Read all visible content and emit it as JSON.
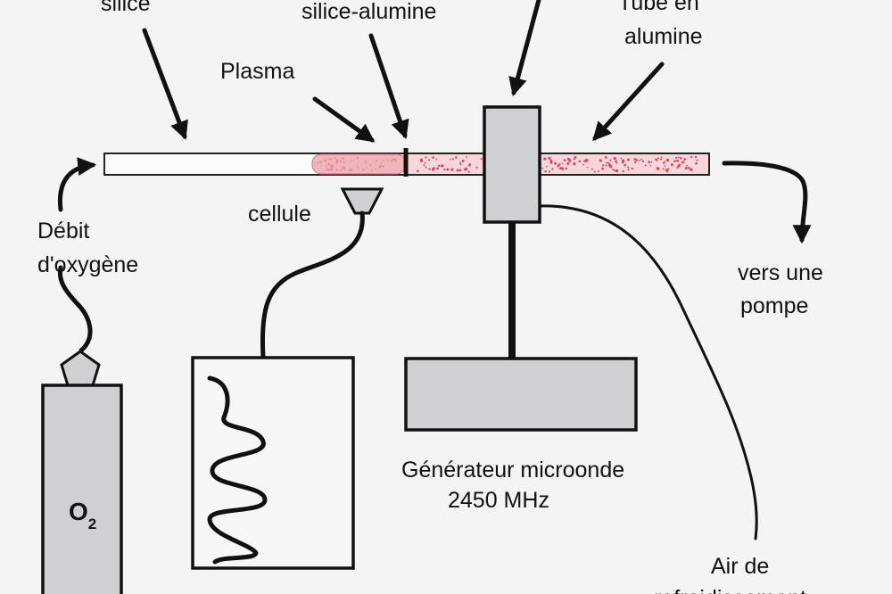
{
  "labels": {
    "silica": "silice",
    "silica_alumina": "silice-alumine",
    "alumina_tube_line1": "Tube en",
    "alumina_tube_line2": "alumine",
    "plasma": "Plasma",
    "cell": "cellule",
    "oxygen_flow_line1": "Débit",
    "oxygen_flow_line2": "d'oxygène",
    "pump_line1": "vers une",
    "pump_line2": "pompe",
    "generator_line1": "Générateur microonde",
    "generator_line2": "2450 MHz",
    "air_line1": "Air de",
    "air_line2": "refroidissement",
    "o2": "O",
    "o2_sub": "2"
  },
  "colors": {
    "background": "#f4f4f4",
    "ink": "#111111",
    "equipment_gray": "#d0d0d3",
    "plasma_pink": "#f1b4bd",
    "plasma_dots": "#d8485d"
  }
}
